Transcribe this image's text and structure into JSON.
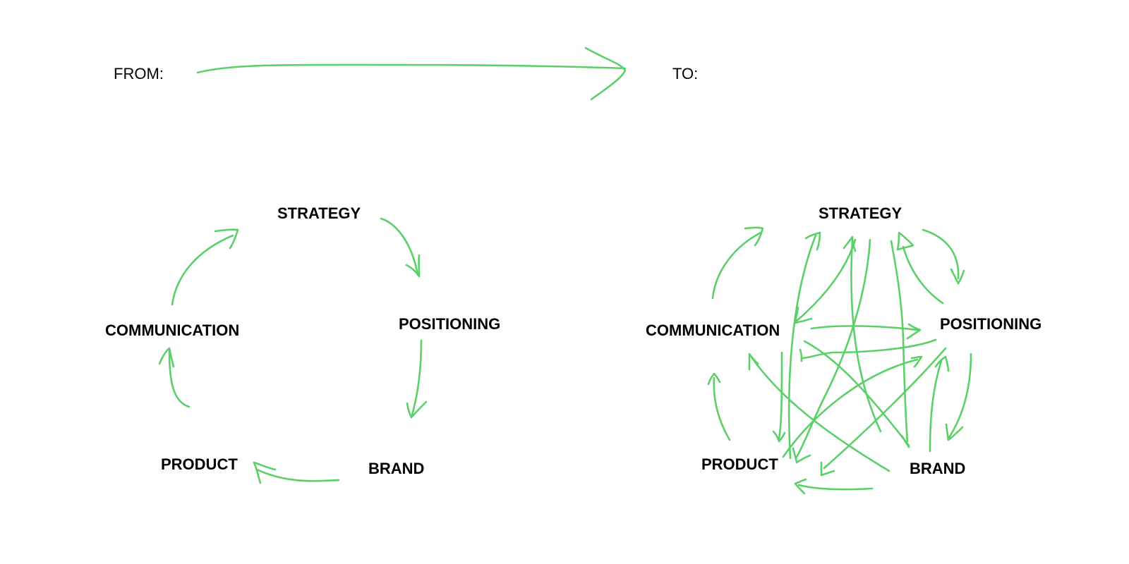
{
  "header": {
    "from_label": "FROM:",
    "to_label": "TO:"
  },
  "diagrams": {
    "from": {
      "nodes": {
        "strategy": "STRATEGY",
        "positioning": "POSITIONING",
        "brand": "BRAND",
        "product": "PRODUCT",
        "communication": "COMMUNICATION"
      }
    },
    "to": {
      "nodes": {
        "strategy": "STRATEGY",
        "positioning": "POSITIONING",
        "brand": "BRAND",
        "product": "PRODUCT",
        "communication": "COMMUNICATION"
      }
    }
  },
  "colors": {
    "arrow": "#5bd068",
    "text": "#000000",
    "background": "#ffffff"
  }
}
